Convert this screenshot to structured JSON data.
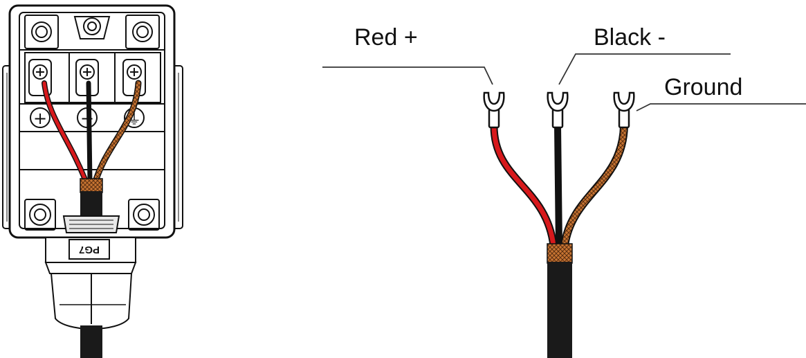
{
  "junction_box": {
    "gland_label": "PG7",
    "terminal_symbols": [
      "+",
      "−",
      "⏚"
    ]
  },
  "wires": [
    {
      "label": "Red +",
      "color": "#d7191c"
    },
    {
      "label": "Black -",
      "color": "#111111"
    },
    {
      "label": "Ground",
      "color": "#9a5a2a"
    }
  ],
  "colors": {
    "outline": "#111111",
    "shield": "#c87533",
    "cable_jacket": "#1a1a1a"
  }
}
